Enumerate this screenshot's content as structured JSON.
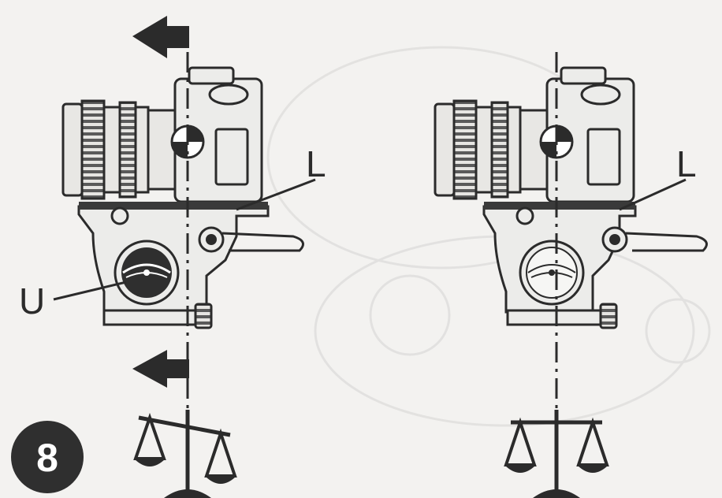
{
  "figure": {
    "step_number": "8",
    "left_panel": {
      "state": "unbalanced",
      "labels": {
        "lever": "L",
        "knob": "U"
      },
      "arrows": [
        "left-arrow-icon",
        "left-arrow-icon"
      ],
      "scale": "tilted-balance-scale-icon"
    },
    "right_panel": {
      "state": "balanced",
      "labels": {
        "lever": "L"
      },
      "scale": "level-balance-scale-icon"
    },
    "icons": [
      "camera",
      "tripod-head",
      "center-of-gravity-marker",
      "balance-scale",
      "arrow-left"
    ],
    "colors": {
      "background": "#f3f2f0",
      "ink": "#2b2b2b",
      "fill_dark": "#3a3a3a",
      "camera_body": "#ececea",
      "badge": "#2f2f2f",
      "badge_text": "#ffffff"
    }
  }
}
